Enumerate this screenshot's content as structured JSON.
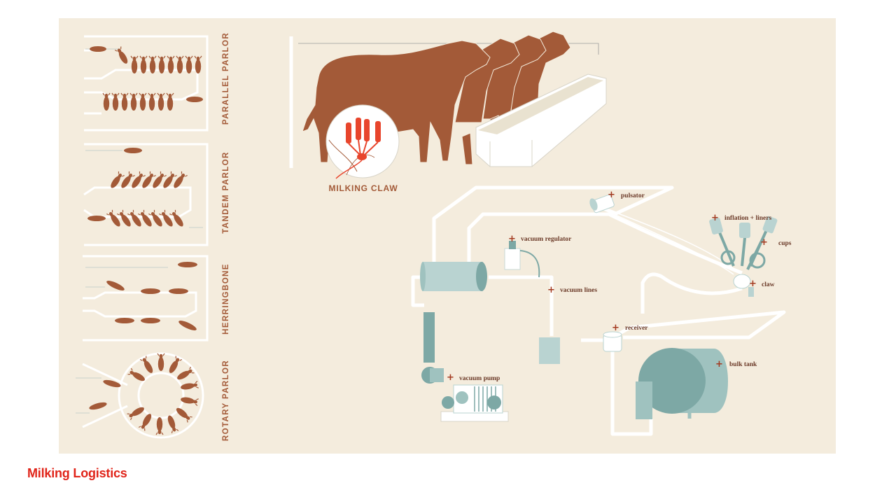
{
  "slide": {
    "title": "Milking Logistics"
  },
  "colors": {
    "panel": "#f4ecdd",
    "cow": "#a35a38",
    "equipment": "#b9d3d1",
    "equipment_dark": "#7da8a5",
    "pipe": "#ffffff",
    "title_red": "#e02419",
    "claw_red": "#e8452c"
  },
  "parlors": [
    {
      "label": "PARALLEL PARLOR"
    },
    {
      "label": "TANDEM PARLOR"
    },
    {
      "label": "HERRINGBONE"
    },
    {
      "label": "ROTARY PARLOR"
    }
  ],
  "feature": {
    "label": "MILKING CLAW"
  },
  "components": [
    {
      "name": "pulsator",
      "label": "pulsator"
    },
    {
      "name": "inflation-liners",
      "label": "inflation + liners"
    },
    {
      "name": "cups",
      "label": "cups"
    },
    {
      "name": "vacuum-regulator",
      "label": "vacuum regulator"
    },
    {
      "name": "vacuum-lines",
      "label": "vacuum lines"
    },
    {
      "name": "claw",
      "label": "claw"
    },
    {
      "name": "receiver",
      "label": "receiver"
    },
    {
      "name": "bulk-tank",
      "label": "bulk tank"
    },
    {
      "name": "vacuum-pump",
      "label": "vacuum pump"
    }
  ],
  "marker_symbol": "+"
}
